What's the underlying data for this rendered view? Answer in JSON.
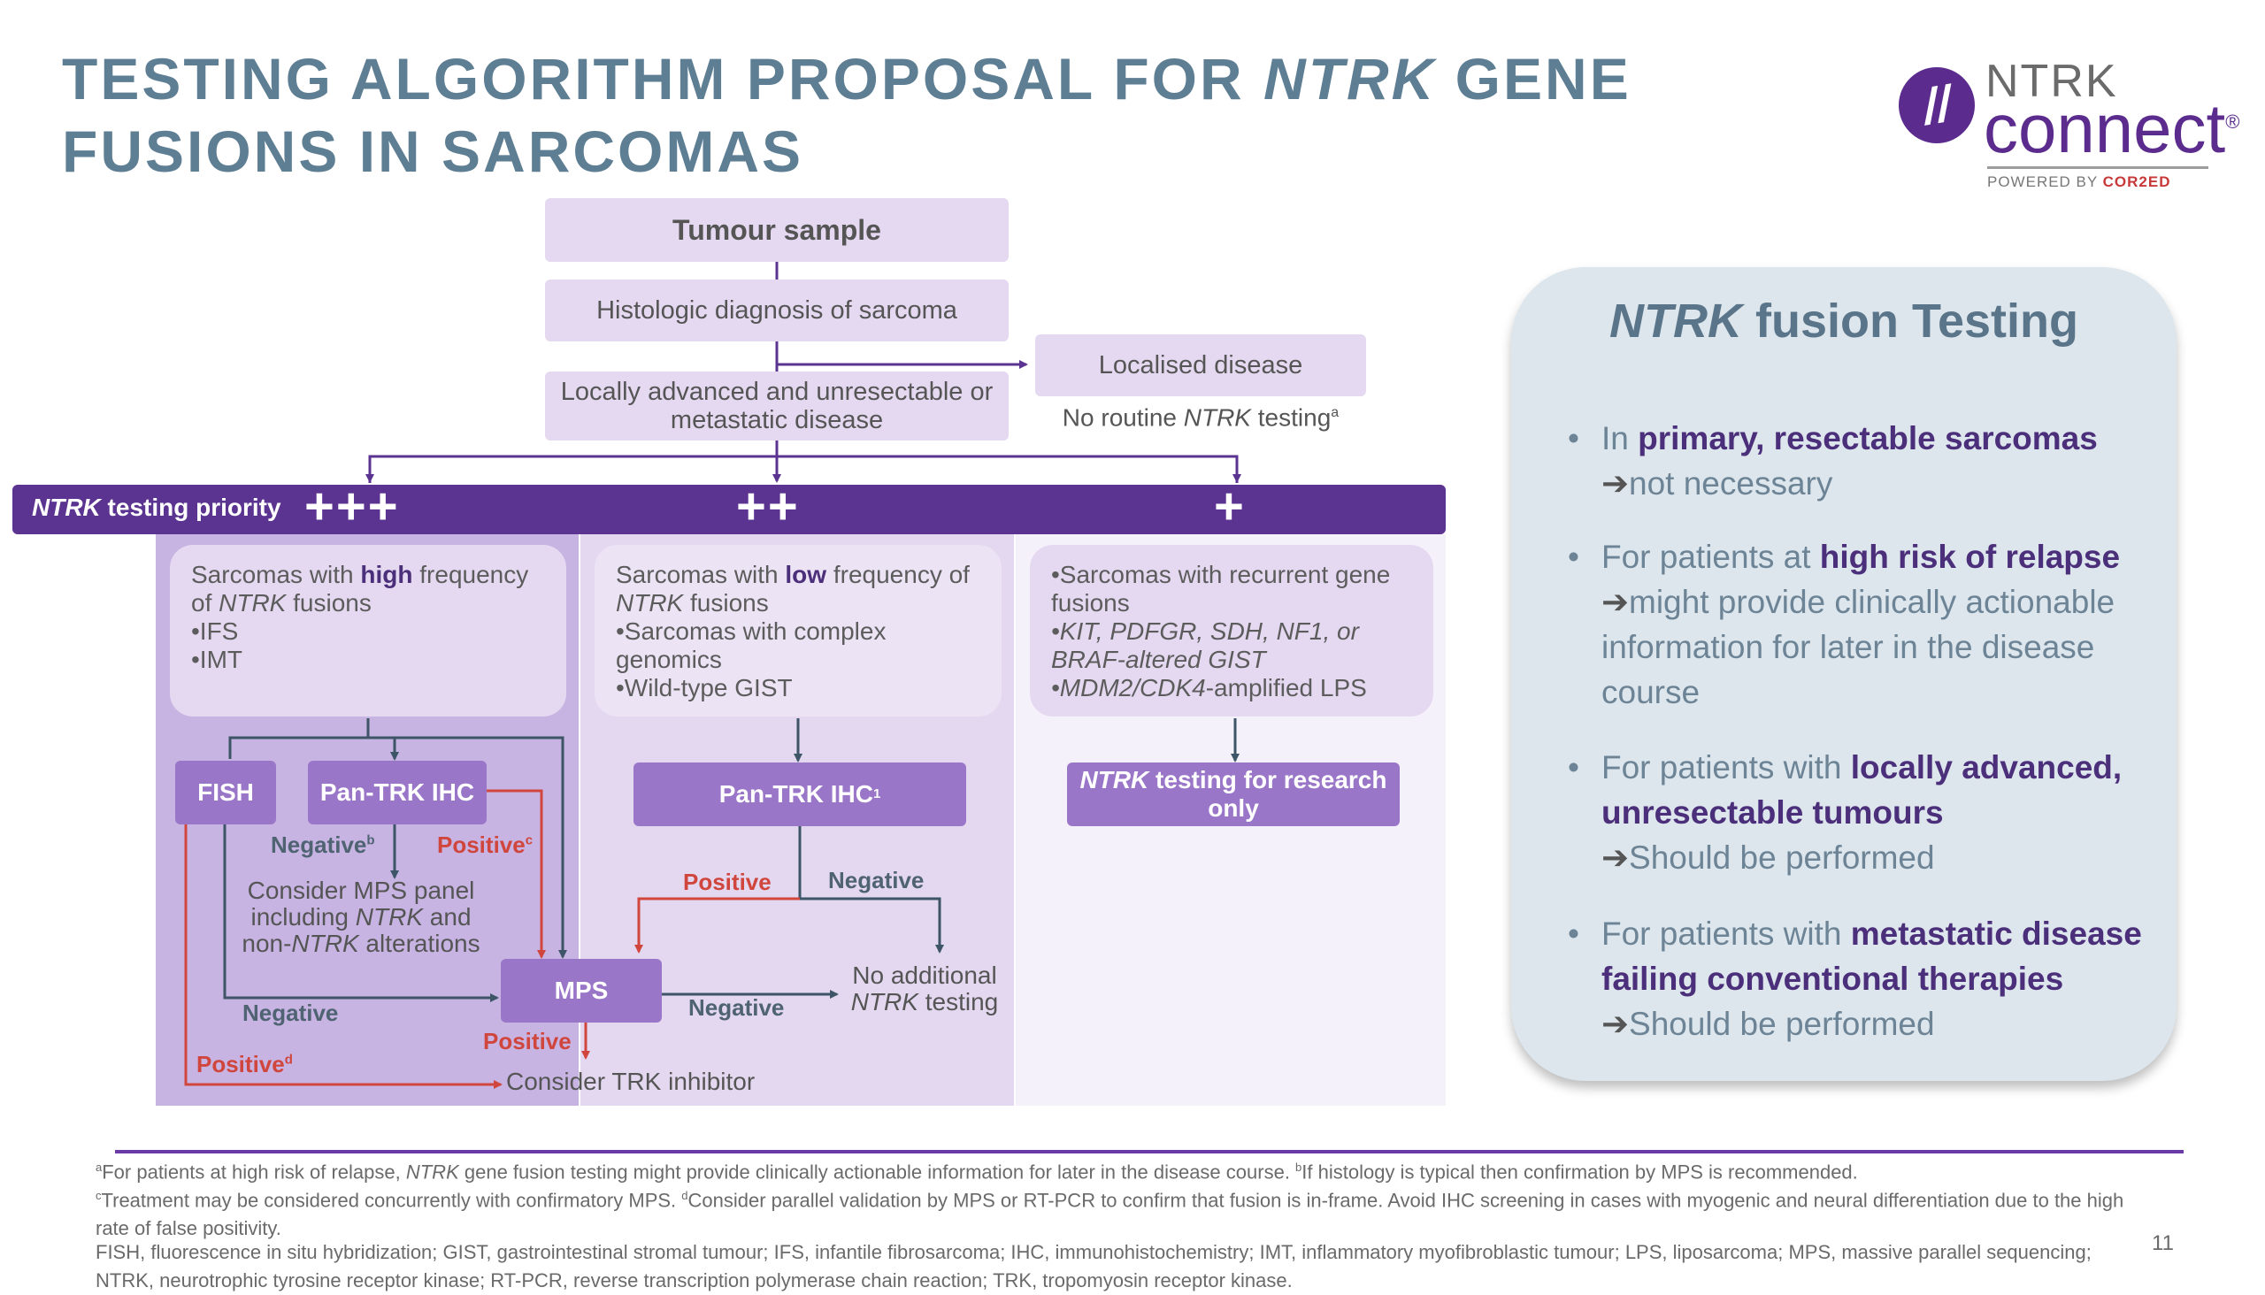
{
  "title": {
    "pre": "TESTING ALGORITHM PROPOSAL FOR ",
    "ntrk": "NTRK",
    "post": " GENE FUSIONS IN SARCOMAS"
  },
  "logo": {
    "top": "NTRK",
    "main": "connect",
    "reg": "®",
    "sub_pre": "POWERED BY ",
    "sub_brand": "COR2ED"
  },
  "flow": {
    "tumour": "Tumour sample",
    "histologic": "Histologic diagnosis of sarcoma",
    "locally": "Locally advanced and unresectable or metastatic disease",
    "localised": "Localised disease",
    "no_routine_pre": "No routine ",
    "no_routine_ntrk": "NTRK",
    "no_routine_post": " testing",
    "no_routine_sup": "a"
  },
  "band": {
    "label_ntrk": "NTRK",
    "label_rest": " testing priority",
    "p1": "+++",
    "p2": "++",
    "p3": "+"
  },
  "col1": {
    "card_pre": "Sarcomas with ",
    "card_bold": "high",
    "card_mid": " frequency of ",
    "card_ntrk": "NTRK",
    "card_post": " fusions",
    "items": [
      "•IFS",
      "•IMT"
    ],
    "fish": "FISH",
    "pantrk": "Pan-TRK IHC",
    "neg_b": "Negative",
    "neg_b_sup": "b",
    "pos_c": "Positive",
    "pos_c_sup": "c",
    "consider_l1": "Consider MPS panel",
    "consider_l2_pre": "including ",
    "consider_l2_ntrk": "NTRK",
    "consider_l2_post": " and",
    "consider_l3_pre": "non-",
    "consider_l3_ntrk": "NTRK",
    "consider_l3_post": " alterations",
    "neg": "Negative",
    "pos_d": "Positive",
    "pos_d_sup": "d"
  },
  "mps": {
    "label": "MPS",
    "negative": "Negative",
    "positive": "Positive"
  },
  "col2": {
    "card_pre": "Sarcomas with ",
    "card_bold": "low",
    "card_mid": " frequency of ",
    "card_ntrk": "NTRK",
    "card_post": " fusions",
    "items": [
      "•Sarcomas with complex genomics",
      "•Wild-type GIST"
    ],
    "pantrk": "Pan-TRK IHC",
    "pantrk_sup": "1",
    "positive": "Positive",
    "negative": "Negative",
    "no_add_l1": "No additional",
    "no_add_l2_ntrk": "NTRK",
    "no_add_l2_post": " testing"
  },
  "col3": {
    "card_l1": "•Sarcomas with recurrent gene fusions",
    "card_l2": "•KIT, PDFGR, SDH, NF1, or BRAF-altered GIST",
    "card_l3_it": "•MDM2/CDK4",
    "card_l3_post": "-amplified LPS",
    "box_ntrk": "NTRK",
    "box_rest": " testing for research only"
  },
  "consider_trk": "Consider TRK inhibitor",
  "panel": {
    "title_ntrk": "NTRK",
    "title_rest": " fusion Testing",
    "bullets": [
      {
        "pre": "In ",
        "bold": "primary, resectable sarcomas",
        "arrow": "➔",
        "rest": "not necessary"
      },
      {
        "pre": "For patients at ",
        "bold": "high risk of relapse",
        "arrow": "➔",
        "rest": "might provide clinically actionable information for later in the disease course"
      },
      {
        "pre": "For patients with ",
        "bold": "locally advanced, unresectable tumours",
        "arrow": "➔",
        "rest": "Should be performed"
      },
      {
        "pre": "For patients with ",
        "bold": "metastatic disease failing conventional therapies",
        "arrow": "➔",
        "rest": "Should be performed"
      }
    ]
  },
  "footnotes": {
    "l1_a": "a",
    "l1_pre": "For patients at high risk of relapse, ",
    "l1_ntrk": "NTRK",
    "l1_post": " gene fusion testing might provide clinically actionable information for later in the disease course. ",
    "l1_b": "b",
    "l1_end": "If histology is typical then confirmation by MPS is recommended.",
    "l2_c": "c",
    "l2_text": "Treatment may be considered concurrently with confirmatory MPS. ",
    "l2_d": "d",
    "l2_end": "Consider parallel validation by MPS or RT-PCR to confirm that fusion is in-frame. Avoid IHC screening in cases with myogenic and neural differentiation due to the high rate of false positivity.",
    "abbrev": "FISH, fluorescence in situ hybridization; GIST, gastrointestinal stromal tumour; IFS, infantile fibrosarcoma; IHC, immunohistochemistry; IMT, inflammatory myofibroblastic tumour; LPS, liposarcoma; MPS, massive parallel sequencing; NTRK, neurotrophic tyrosine receptor kinase; RT-PCR, reverse transcription polymerase chain reaction; TRK, tropomyosin receptor kinase."
  },
  "page_number": "11",
  "colors": {
    "title": "#5e7e93",
    "band": "#5b3391",
    "purple_box": "#9a76c8",
    "light_box": "#e5d9f1",
    "red": "#d0463c",
    "panel": "#dde6ec"
  }
}
